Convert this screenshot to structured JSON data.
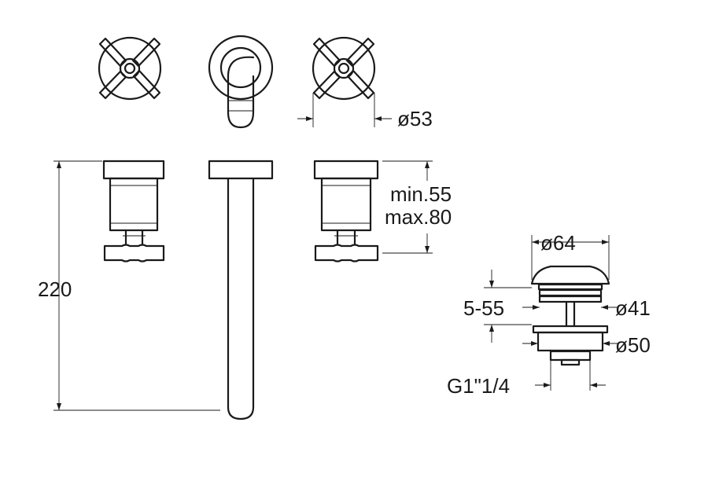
{
  "dimensions": {
    "handle_diameter": "ø53",
    "height": "220",
    "depth_min": "min.55",
    "depth_max": "max.80",
    "waste_cap_diameter": "ø64",
    "adjust_range": "5-55",
    "waste_body_diameter": "ø41",
    "waste_flange_diameter": "ø50",
    "thread": "G1\"1/4"
  }
}
